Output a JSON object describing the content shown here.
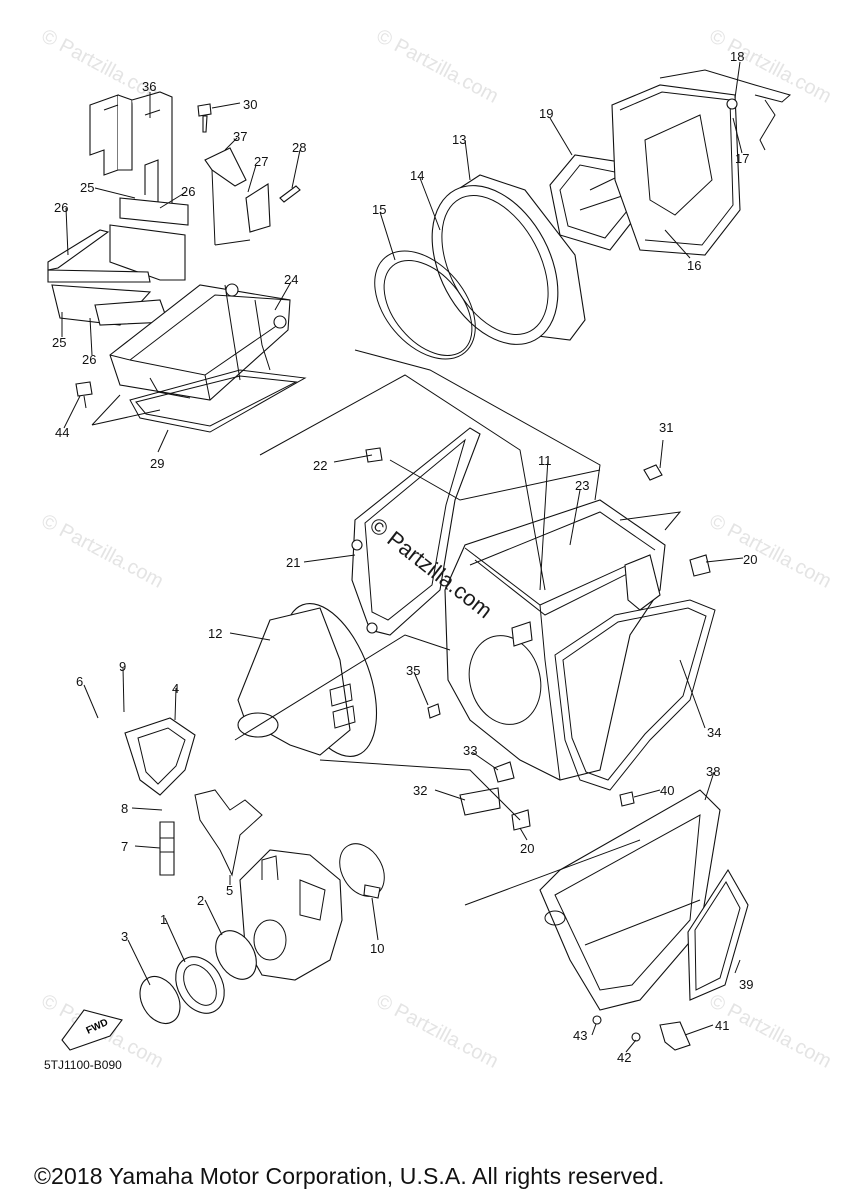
{
  "diagram": {
    "code": "5TJ1100-B090",
    "copyright": "©2018 Yamaha Motor Corporation, U.S.A. All rights reserved.",
    "fwd_label": "FWD",
    "watermark_text": "© Partzilla.com",
    "center_watermark": "© Partzilla.com",
    "labels": [
      "1",
      "2",
      "3",
      "4",
      "5",
      "6",
      "7",
      "8",
      "9",
      "10",
      "11",
      "12",
      "13",
      "14",
      "15",
      "16",
      "17",
      "18",
      "19",
      "20",
      "20",
      "21",
      "22",
      "23",
      "24",
      "25",
      "25",
      "26",
      "26",
      "26",
      "27",
      "28",
      "29",
      "30",
      "31",
      "32",
      "33",
      "34",
      "35",
      "36",
      "37",
      "38",
      "39",
      "40",
      "41",
      "42",
      "43",
      "44"
    ]
  }
}
